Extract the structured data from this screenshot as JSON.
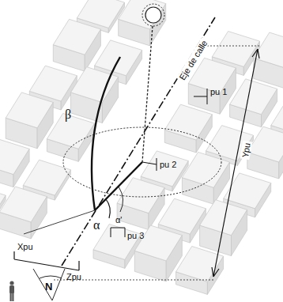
{
  "diagram": {
    "labels": [
      "Eje de calle",
      "pu 1",
      "pu 2",
      "pu 3",
      "β",
      "α",
      "α'",
      "Xpu",
      "Zpu",
      "Ypu",
      "N"
    ]
  }
}
